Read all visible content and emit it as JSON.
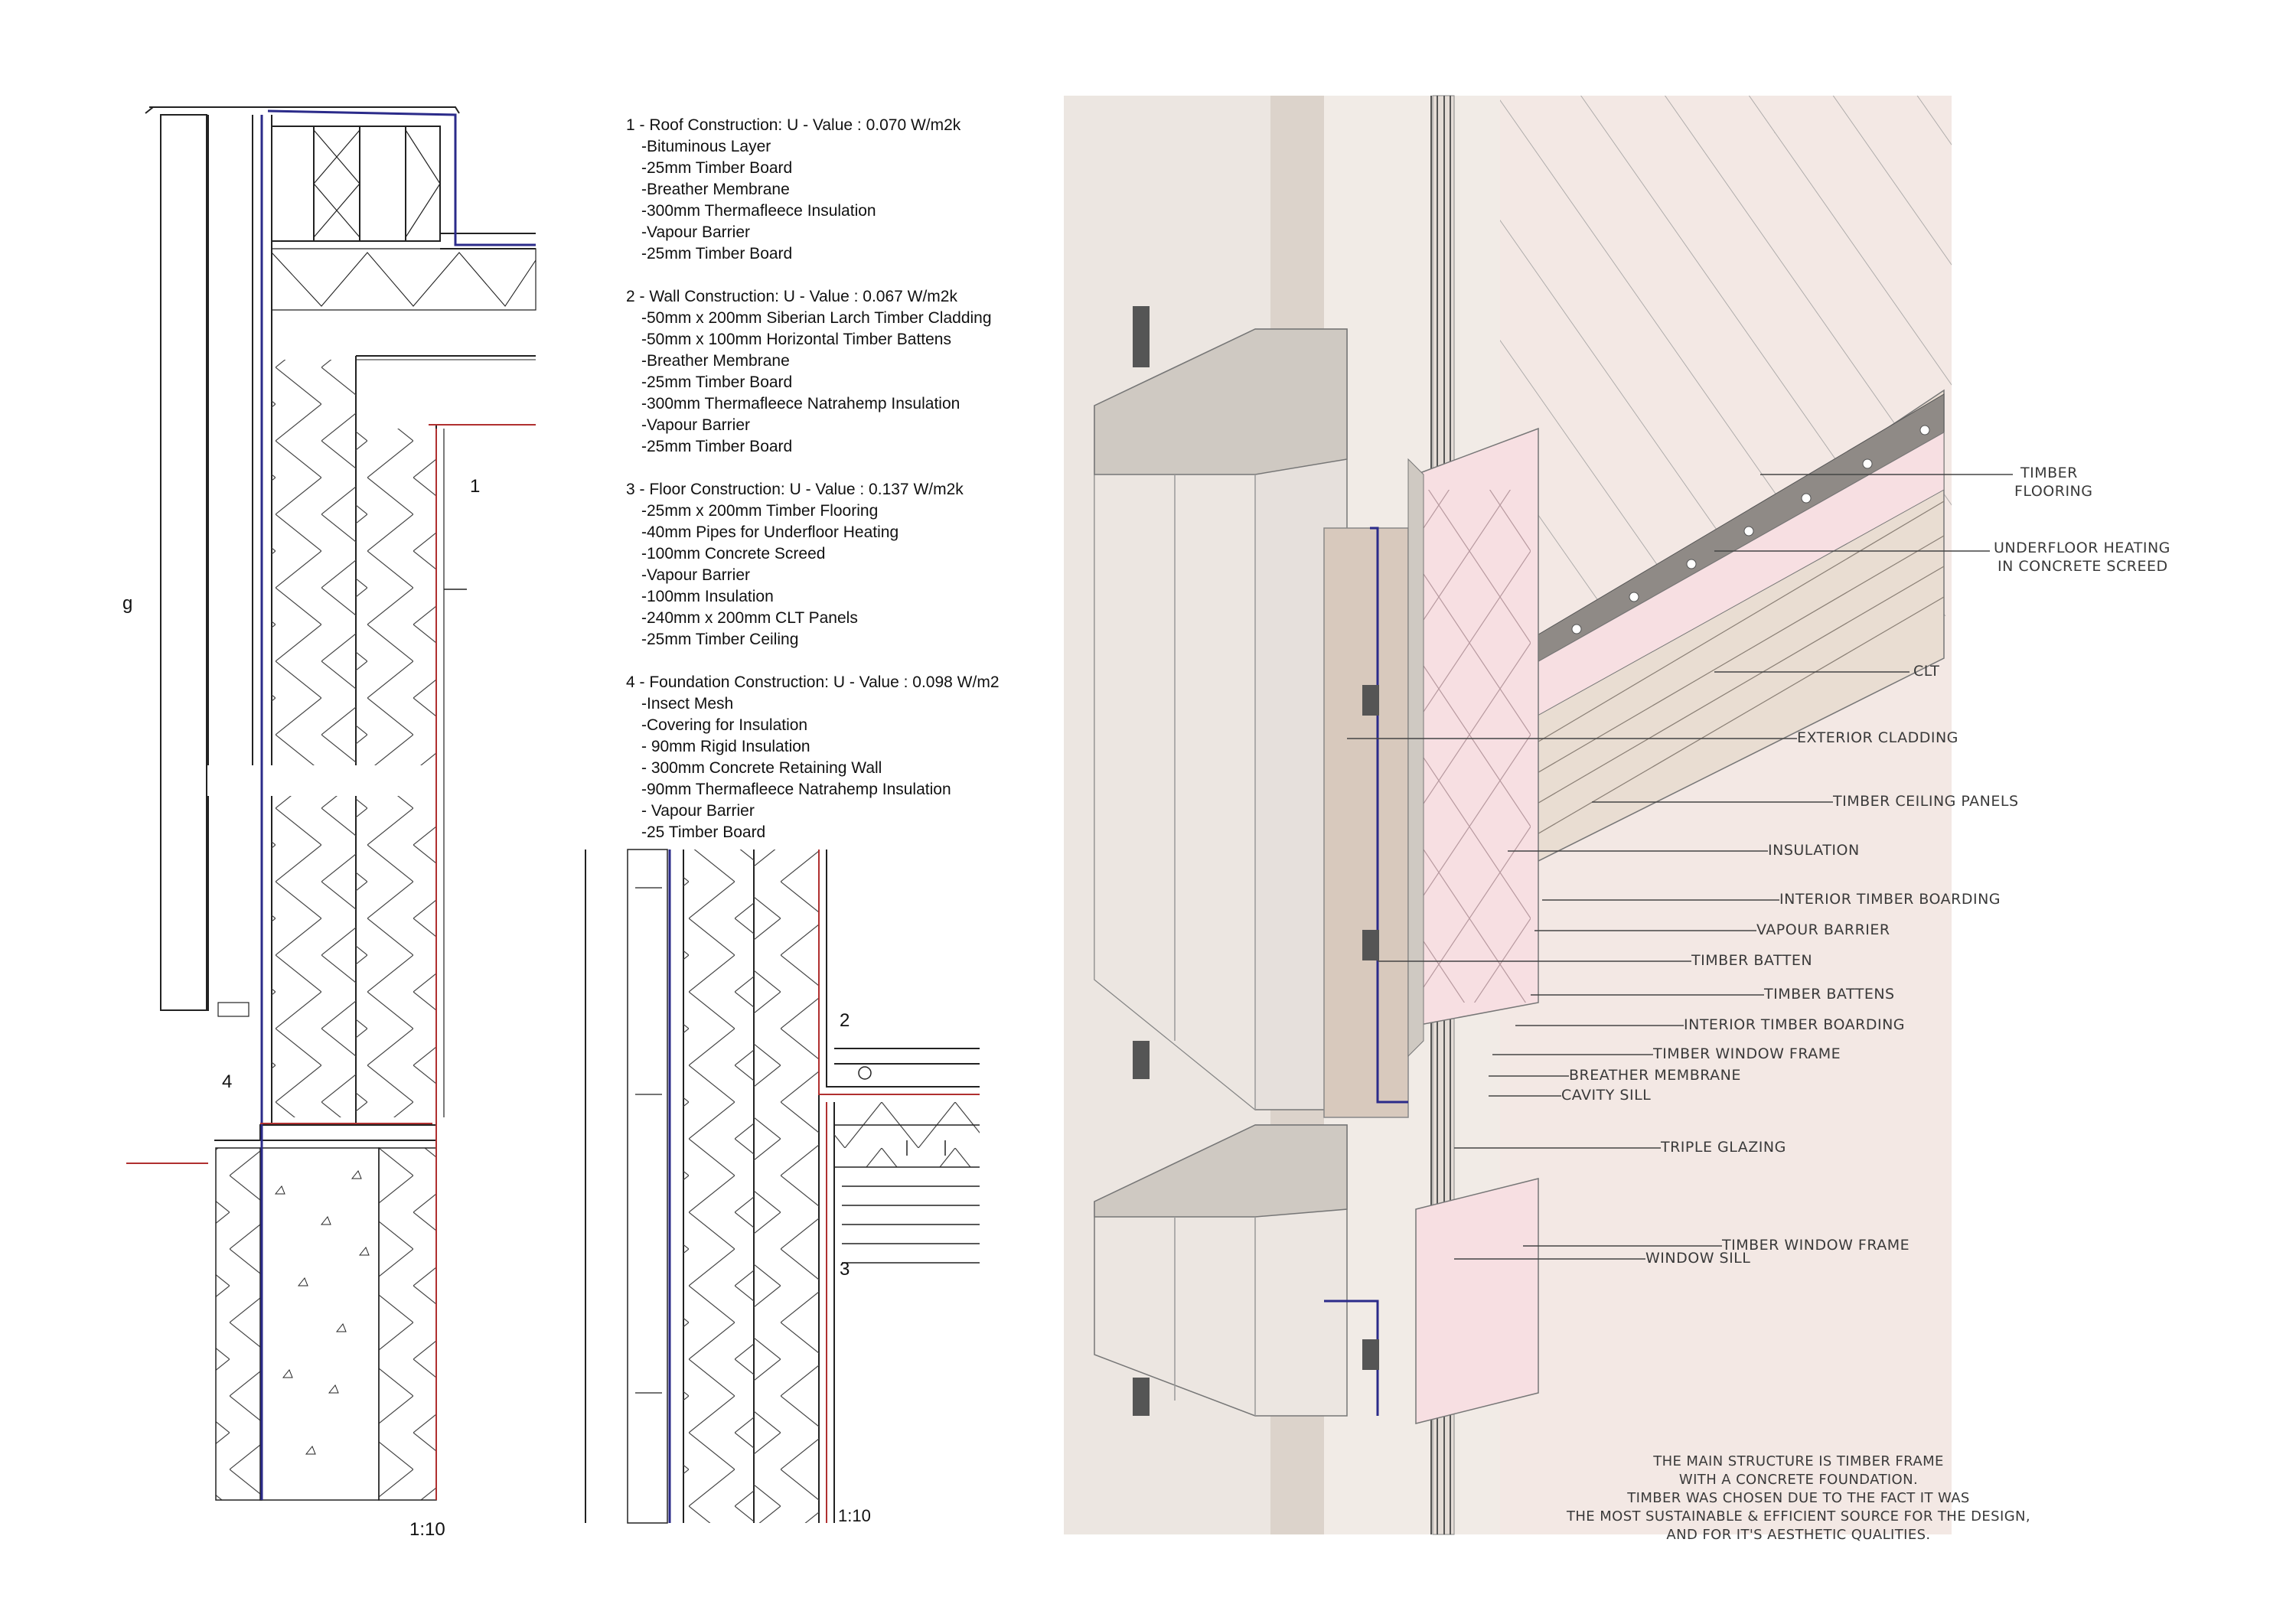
{
  "specs": [
    {
      "title": "1 - Roof Construction: U - Value : 0.070 W/m2k",
      "items": [
        "-Bituminous Layer",
        "-25mm Timber Board",
        "-Breather Membrane",
        "-300mm Thermafleece Insulation",
        "-Vapour Barrier",
        "-25mm Timber Board"
      ]
    },
    {
      "title": "2 - Wall Construction: U - Value : 0.067 W/m2k",
      "items": [
        "-50mm x 200mm Siberian Larch Timber Cladding",
        "-50mm x 100mm Horizontal Timber Battens",
        "-Breather Membrane",
        "-25mm Timber Board",
        "-300mm Thermafleece Natrahemp Insulation",
        "-Vapour Barrier",
        "-25mm Timber Board"
      ]
    },
    {
      "title": "3 - Floor Construction: U - Value : 0.137 W/m2k",
      "items": [
        "-25mm x 200mm Timber Flooring",
        "-40mm Pipes for Underfloor Heating",
        "-100mm Concrete Screed",
        "-Vapour Barrier",
        "-100mm Insulation",
        "-240mm x 200mm CLT Panels",
        "-25mm Timber Ceiling"
      ]
    },
    {
      "title": "4 - Foundation Construction: U - Value : 0.098 W/m2",
      "items": [
        "-Insect Mesh",
        "-Covering for Insulation",
        "- 90mm Rigid Insulation",
        "- 300mm Concrete Retaining Wall",
        "-90mm Thermafleece Natrahemp Insulation",
        "- Vapour Barrier",
        "-25 Timber Board"
      ]
    }
  ],
  "section_marks": {
    "left_1": "1",
    "left_4": "4",
    "left_cut": "g",
    "mid_2": "2",
    "mid_3": "3"
  },
  "scales": {
    "left": "1:10",
    "mid": "1:10"
  },
  "axo_labels": {
    "timber_flooring_1": "TIMBER",
    "timber_flooring_2": "FLOORING",
    "underfloor_1": "UNDERFLOOR HEATING",
    "underfloor_2": "IN CONCRETE SCREED",
    "clt": "CLT",
    "exterior_cladding": "EXTERIOR CLADDING",
    "timber_ceiling": "TIMBER CEILING PANELS",
    "insulation": "INSULATION",
    "interior_boarding_1": "INTERIOR TIMBER BOARDING",
    "vapour_barrier": "VAPOUR BARRIER",
    "timber_batten": "TIMBER BATTEN",
    "timber_battens": "TIMBER BATTENS",
    "interior_boarding_2": "INTERIOR TIMBER BOARDING",
    "window_frame_1": "TIMBER WINDOW FRAME",
    "breather_membrane": "BREATHER MEMBRANE",
    "cavity_sill": "CAVITY SILL",
    "triple_glazing": "TRIPLE GLAZING",
    "window_frame_2": "TIMBER WINDOW FRAME",
    "window_sill": "WINDOW SILL"
  },
  "note": [
    "THE MAIN STRUCTURE IS TIMBER FRAME",
    "WITH A CONCRETE FOUNDATION.",
    "TIMBER WAS CHOSEN DUE TO THE FACT IT WAS",
    "THE MOST SUSTAINABLE & EFFICIENT SOURCE FOR THE DESIGN,",
    "AND FOR IT'S AESTHETIC QUALITIES."
  ],
  "colors": {
    "vapour_line": "#2b2b8a",
    "membrane_line": "#b03030",
    "insulation_fill": "#f7dfe2",
    "timber_fill": "#e9ddd2",
    "frame_fill": "#cfc9c2"
  }
}
